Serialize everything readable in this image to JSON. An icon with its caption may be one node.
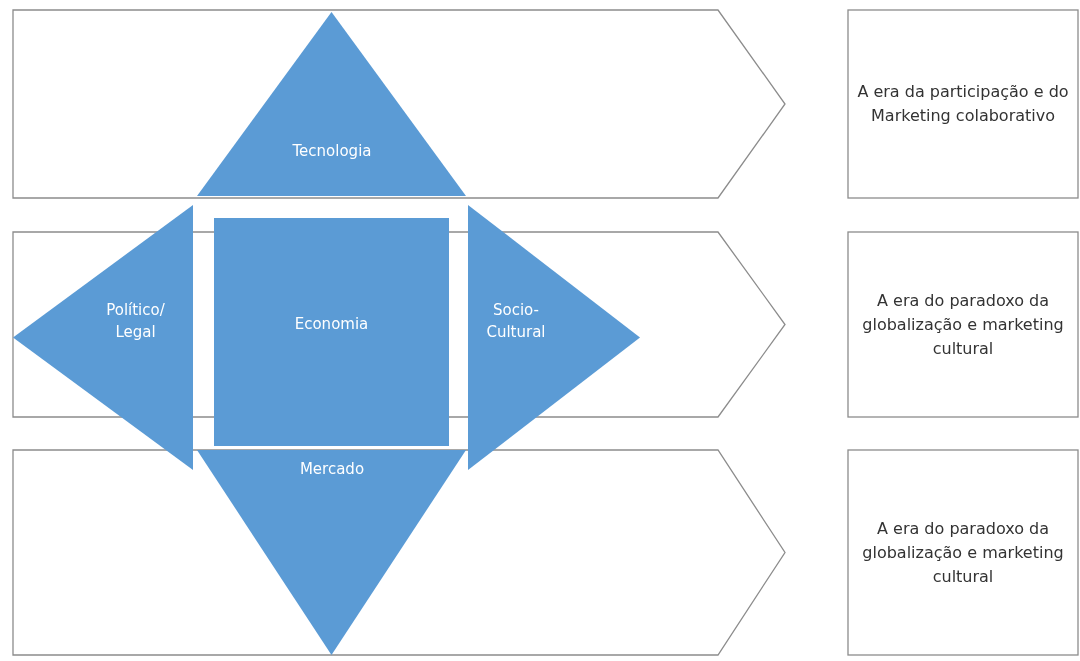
{
  "diagram": {
    "nodes": [
      {
        "text": [],
        "shape": "chevron"
      },
      {
        "text": [
          "Tecnologia"
        ],
        "in": 0
      },
      {
        "text": [
          "A era da participação e do Marketing colaborativo"
        ]
      },
      {
        "text": [],
        "shape": "chevron"
      },
      {
        "text": [
          "Político/ Legal"
        ]
      },
      {
        "text": [
          "Economia"
        ]
      },
      {
        "text": [
          "Socio- Cultural"
        ]
      },
      {
        "text": [
          "A era do paradoxo da globalização e marketing cultural"
        ]
      },
      {
        "text": [],
        "shape": "chevron"
      },
      {
        "text": [
          "Mercado"
        ],
        "in": 8
      },
      {
        "text": [
          "A era do paradoxo da globalização e marketing cultural"
        ]
      }
    ]
  }
}
